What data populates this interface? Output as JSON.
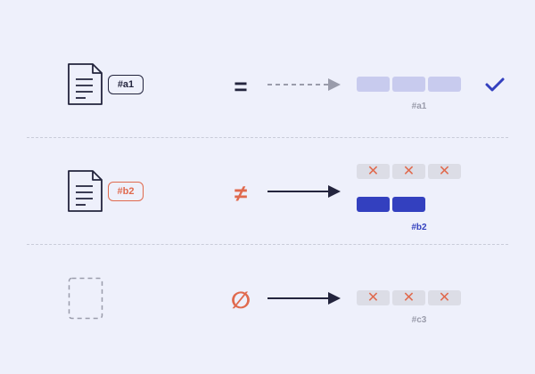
{
  "rows": [
    {
      "badge": "#a1",
      "operator": "=",
      "caption": "#a1",
      "source_icon": "document-icon",
      "status_icon": "checkmark-icon",
      "arrow_style": "dashed"
    },
    {
      "badge": "#b2",
      "operator": "≠",
      "caption": "#b2",
      "source_icon": "document-icon",
      "arrow_style": "solid"
    },
    {
      "operator": "∅",
      "caption": "#c3",
      "source_icon": "empty-document-icon",
      "arrow_style": "solid"
    }
  ],
  "colors": {
    "background": "#eef0fb",
    "ink": "#23243d",
    "accent": "#3340bf",
    "light_block": "#c8cbee",
    "gray_block": "#dcdde6",
    "warning": "#e06a4e",
    "muted": "#9a9cab",
    "divider": "#c9ccd9"
  }
}
